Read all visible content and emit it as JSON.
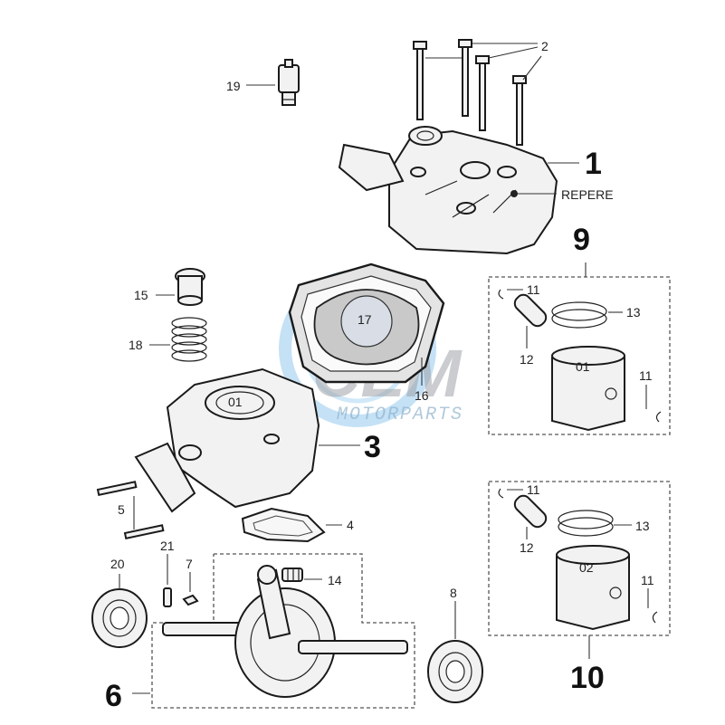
{
  "watermark": {
    "brand": "CEM",
    "subtitle": "MOTORPARTS",
    "color": "#1e90e0"
  },
  "callouts": {
    "p1": "1",
    "p2": "2",
    "p3": "3",
    "p4": "4",
    "p5": "5",
    "p6": "6",
    "p7": "7",
    "p8": "8",
    "p9": "9",
    "p10": "10",
    "p11a": "11",
    "p11b": "11",
    "p11c": "11",
    "p11d": "11",
    "p12a": "12",
    "p12b": "12",
    "p13a": "13",
    "p13b": "13",
    "p14": "14",
    "p15": "15",
    "p16": "16",
    "p17": "17",
    "p18": "18",
    "p19": "19",
    "p20": "20",
    "p21": "21",
    "repere": "REPERE"
  },
  "piston_marks": {
    "top": "01",
    "bottom": "02",
    "cylinder": "01"
  }
}
